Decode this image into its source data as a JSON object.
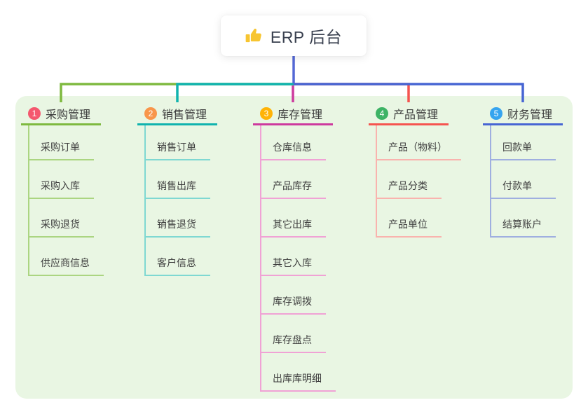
{
  "root": {
    "title": "ERP 后台",
    "icon": "thumbs-up-icon",
    "icon_color": "#f7c531"
  },
  "branches": [
    {
      "index": "1",
      "label": "采购管理",
      "badge_color": "#f4586e",
      "line_color": "#7eb93f",
      "child_line_color": "#abd581",
      "children": [
        "采购订单",
        "采购入库",
        "采购退货",
        "供应商信息"
      ]
    },
    {
      "index": "2",
      "label": "销售管理",
      "badge_color": "#f8964b",
      "line_color": "#10b3ae",
      "child_line_color": "#7fd8d2",
      "children": [
        "销售订单",
        "销售出库",
        "销售退货",
        "客户信息"
      ]
    },
    {
      "index": "3",
      "label": "库存管理",
      "badge_color": "#ffb306",
      "line_color": "#cd3a9e",
      "child_line_color": "#f0a2d5",
      "children": [
        "仓库信息",
        "产品库存",
        "其它出库",
        "其它入库",
        "库存调拨",
        "库存盘点",
        "出库库明细"
      ]
    },
    {
      "index": "4",
      "label": "产品管理",
      "badge_color": "#3db365",
      "line_color": "#f5544f",
      "child_line_color": "#f9b3ae",
      "children": [
        "产品（物料）",
        "产品分类",
        "产品单位"
      ]
    },
    {
      "index": "5",
      "label": "财务管理",
      "badge_color": "#36a4ef",
      "line_color": "#4765d3",
      "child_line_color": "#9fafe0",
      "children": [
        "回款单",
        "付款单",
        "结算账户"
      ]
    }
  ],
  "colors": {
    "panel_background": "#e9f6e3",
    "root_connector": "#5468d5",
    "heading_text": "#3c3c3c",
    "child_text": "#3f3f3f",
    "root_text": "#3a4150"
  }
}
